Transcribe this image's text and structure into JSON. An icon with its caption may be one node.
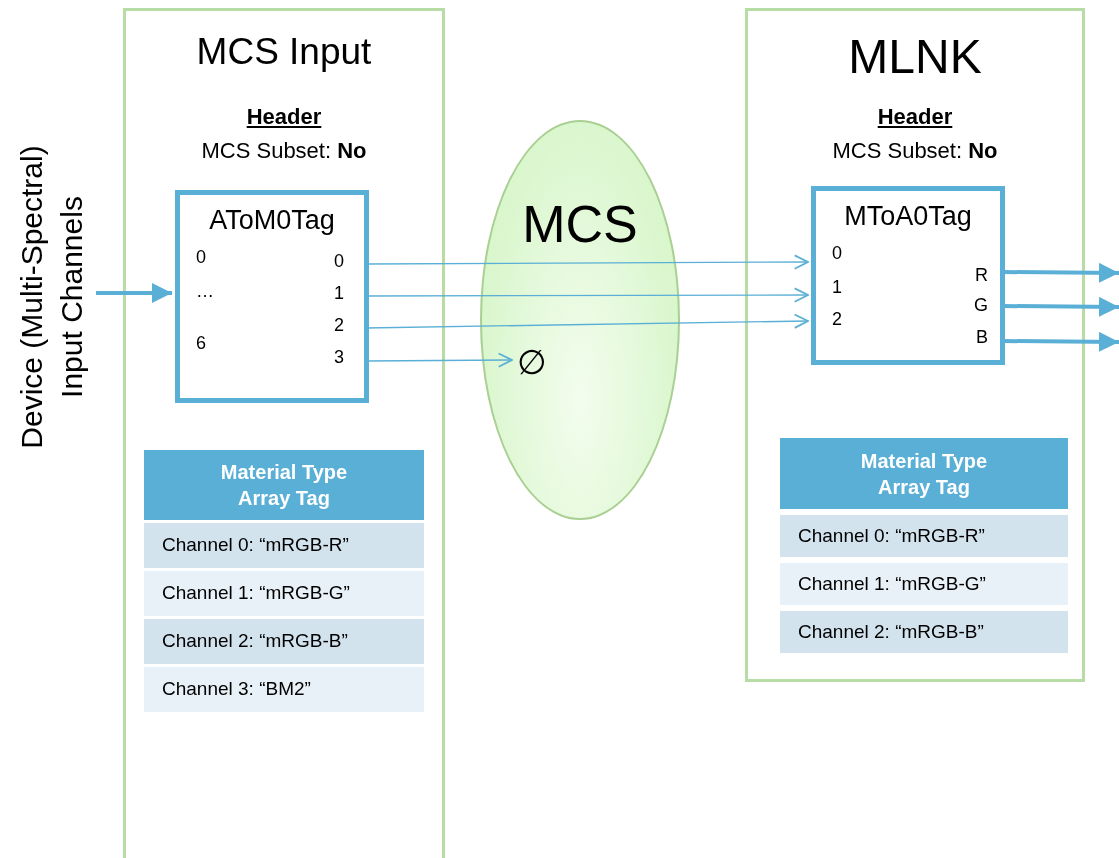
{
  "diagram": {
    "nodes": [
      {
        "text": [
          "Device (Multi-Spectral) Input Channels"
        ]
      },
      {
        "text": [
          "MCS Input",
          "Header",
          "MCS Subset: **No**"
        ]
      },
      {
        "text": [
          "AToM0Tag",
          "0",
          "…",
          "6",
          "0",
          "1",
          "2",
          "3"
        ],
        "in": 1
      },
      {
        "text": [
          "Material Type Array Tag",
          "Channel 0: “mRGB-R”",
          "Channel 1: “mRGB-G”",
          "Channel 2: “mRGB-B”",
          "Channel 3: “BM2”"
        ],
        "in": 1
      },
      {
        "text": [
          "MCS"
        ]
      },
      {
        "text": [
          "∅"
        ],
        "in": 4
      },
      {
        "text": [
          "MLNK",
          "Header",
          "MCS Subset: **No**"
        ]
      },
      {
        "text": [
          "MToA0Tag",
          "0",
          "1",
          "2",
          "R",
          "G",
          "B"
        ],
        "in": 6
      },
      {
        "text": [
          "Material Type Array Tag",
          "Channel 0: “mRGB-R”",
          "Channel 1: “mRGB-G”",
          "Channel 2: “mRGB-B”"
        ],
        "in": 6
      }
    ],
    "edges": [
      {
        "from": 0,
        "to": 2,
        "arrow": "to",
        "style": "thick"
      },
      {
        "from": 2,
        "to": 7,
        "arrow": "to"
      },
      {
        "from": 2,
        "to": 7,
        "arrow": "to"
      },
      {
        "from": 2,
        "to": 7,
        "arrow": "to"
      },
      {
        "from": 2,
        "to": 5,
        "arrow": "to"
      },
      {
        "from": 7,
        "to": null,
        "arrow": "to",
        "style": "thick"
      },
      {
        "from": 7,
        "to": null,
        "arrow": "to",
        "style": "thick"
      },
      {
        "from": 7,
        "to": null,
        "arrow": "to",
        "style": "thick"
      }
    ]
  }
}
